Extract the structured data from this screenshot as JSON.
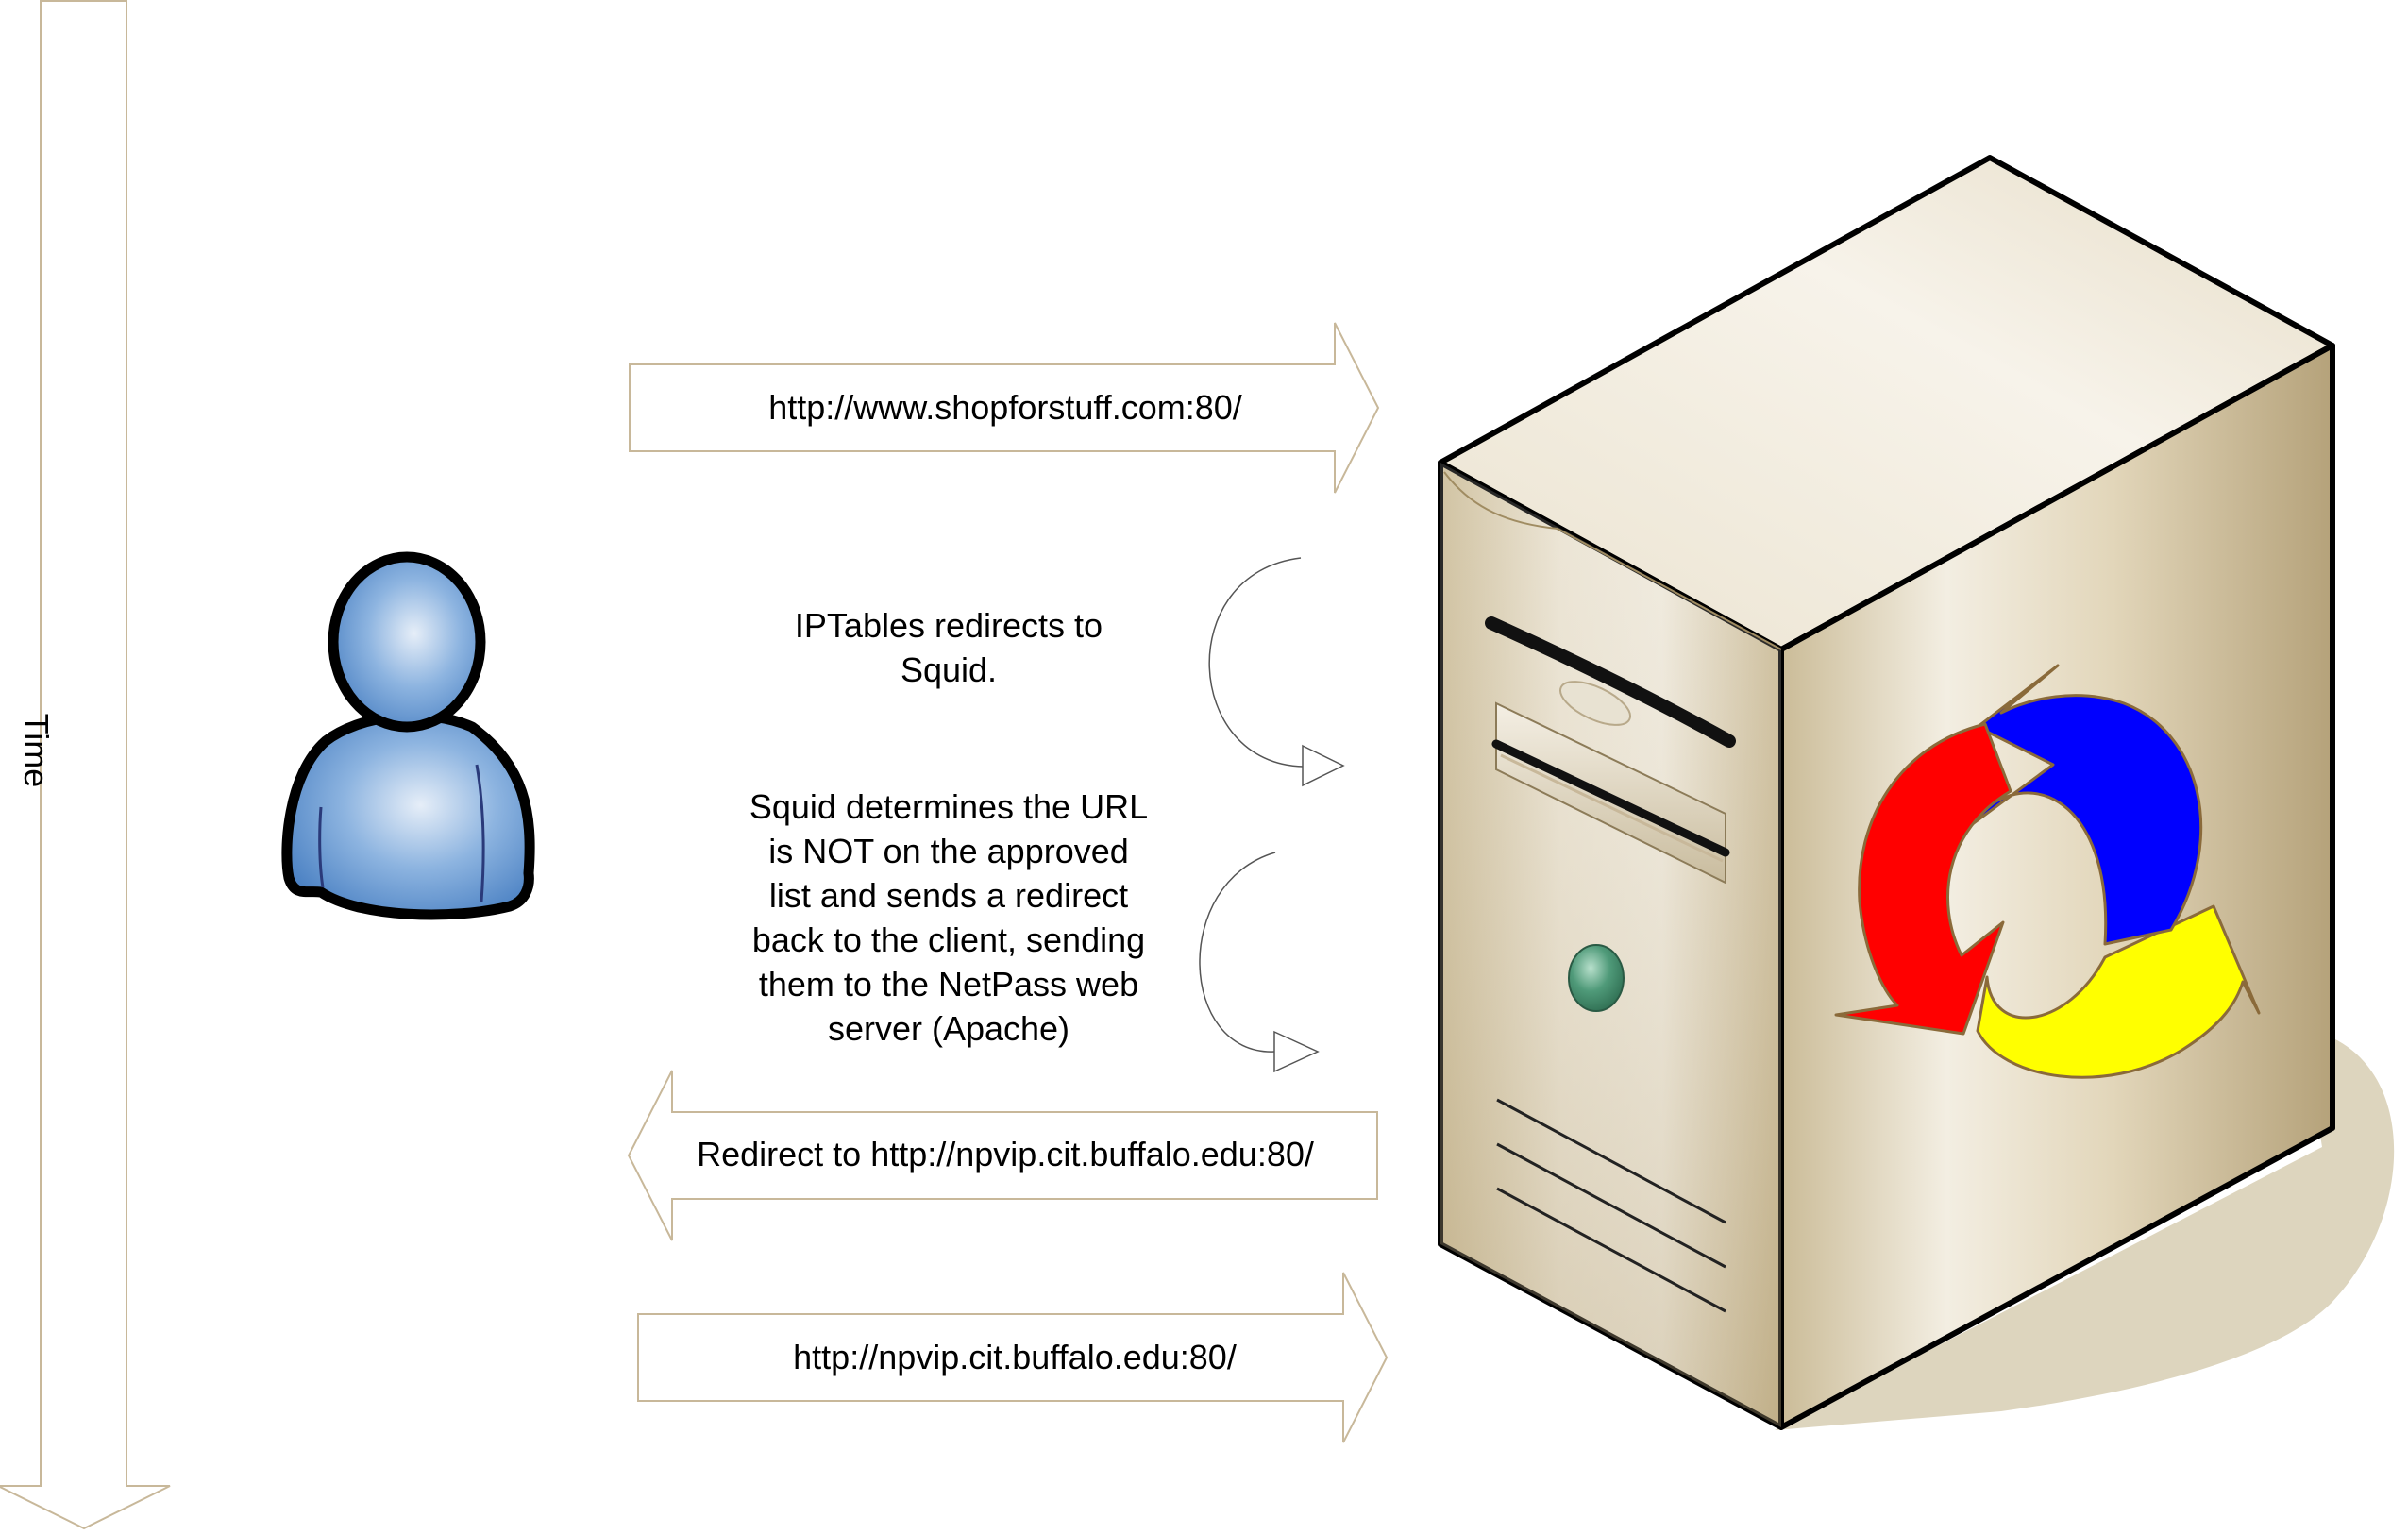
{
  "timeline": {
    "label": "Time"
  },
  "steps": {
    "request_1": "http://www.shopforstuff.com:80/",
    "iptables_line1": "IPTables redirects to",
    "iptables_line2": "Squid.",
    "squid_lines": [
      "Squid determines the URL",
      "is NOT on the approved",
      "list and sends a redirect",
      "back to the client, sending",
      "them to the NetPass web",
      "server (Apache)"
    ],
    "redirect_response": "Redirect to http://npvip.cit.buffalo.edu:80/",
    "request_2": "http://npvip.cit.buffalo.edu:80/"
  },
  "icons": {
    "client": "user-icon",
    "server": "server-tower-icon",
    "server_badge": "cycle-arrows-icon"
  },
  "colors": {
    "arrow_outline": "#c8b89a",
    "user_fill": "#5a8fcb",
    "server_body": "#d8ccb0",
    "cycle_red": "#ff0000",
    "cycle_blue": "#0000ff",
    "cycle_yellow": "#ffff00"
  }
}
